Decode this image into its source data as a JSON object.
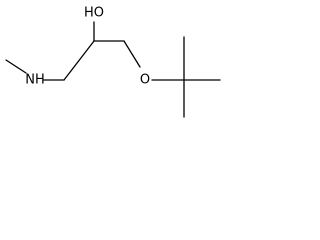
{
  "molecule": {
    "atoms": {
      "hydroxyl": "HO",
      "amine": "NH",
      "ether_oxygen": "O"
    },
    "colors": {
      "bond": "#000000",
      "text": "#000000",
      "background": "#ffffff"
    }
  }
}
